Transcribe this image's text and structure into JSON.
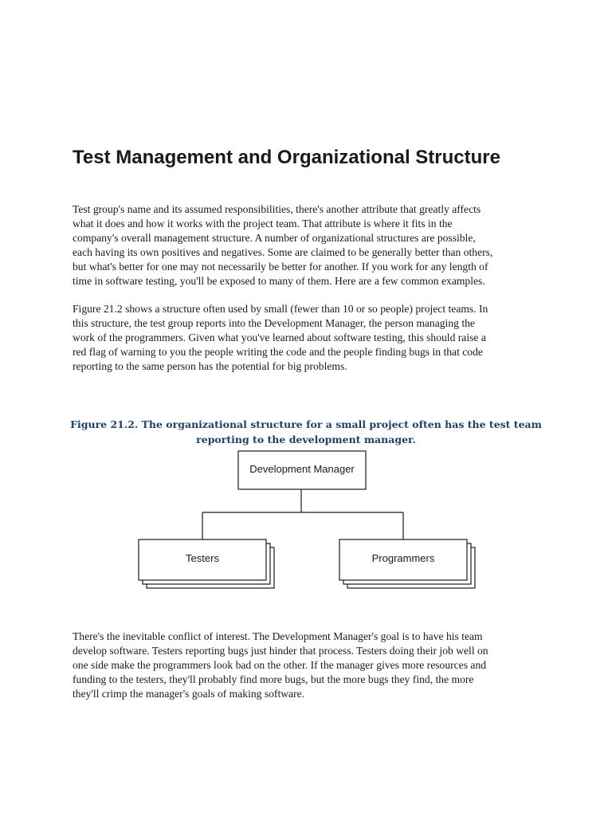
{
  "title": "Test Management and Organizational Structure",
  "paragraph1": [
    " Test group's name and its assumed responsibilities, there's another attribute that greatly affects",
    "what it does and how it works with the project team. That attribute is where it fits in the",
    "company's overall management structure. A number of organizational structures are possible,",
    "each having its own positives and negatives. Some are claimed to be generally better than others,",
    "but what's better for one may not necessarily be better for another. If you work for any length of",
    "time in software testing, you'll be exposed to many of them. Here are a few common examples."
  ],
  "paragraph2": [
    "Figure 21.2 shows a structure often used by small (fewer than 10 or so people) project teams. In",
    "this structure, the test group reports into the Development Manager, the person managing the",
    "work of the programmers. Given what you've learned about software testing, this should raise a",
    "red flag of warning to you the people writing the code and the people finding bugs in that code",
    "reporting to the same person has the potential for big problems."
  ],
  "figure": {
    "caption": [
      "Figure 21.2. The organizational structure for a small project often has the test team",
      "reporting to the development manager."
    ],
    "caption_color": "#1f3e6a",
    "top_node": "Development Manager",
    "child_nodes": [
      "Testers",
      "Programmers"
    ]
  },
  "paragraph3": [
    "There's the inevitable conflict of interest. The Development Manager's goal is to have his team",
    "develop software. Testers reporting bugs just hinder that process. Testers doing their job well on",
    "one side make the programmers look bad on the other. If the manager gives more resources and",
    "funding to the testers, they'll probably find more bugs, but the more bugs they find, the more",
    "they'll crimp the manager's goals of making software."
  ]
}
